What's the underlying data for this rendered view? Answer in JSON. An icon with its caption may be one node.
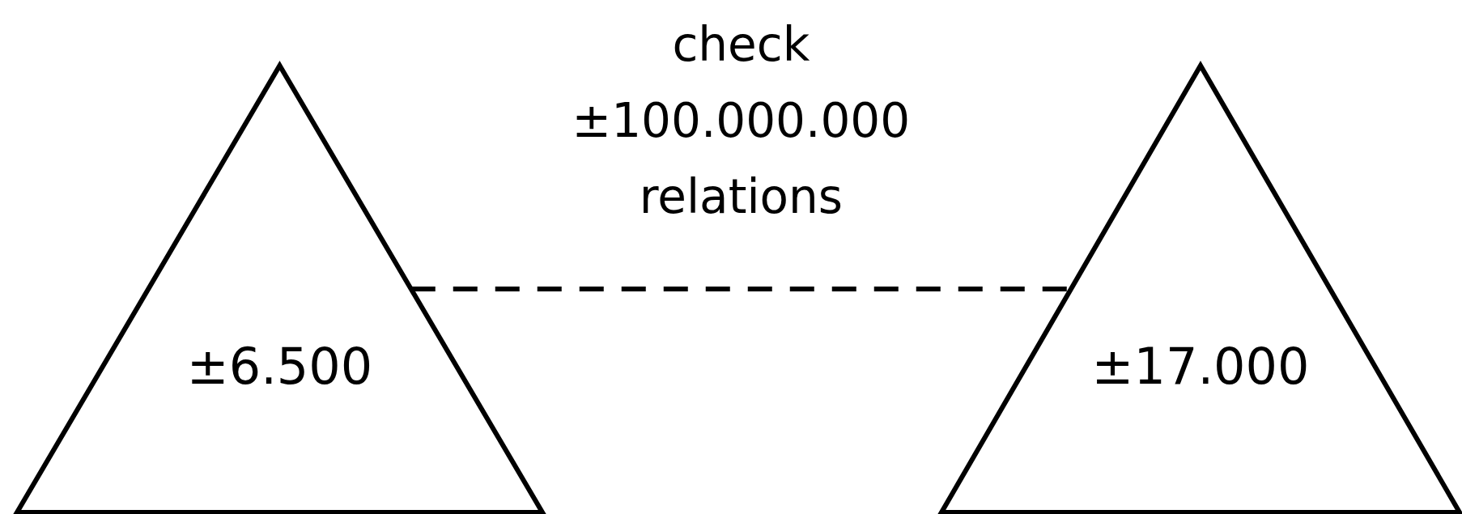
{
  "diagram": {
    "nodes": [
      {
        "text": [
          "±6.500"
        ]
      },
      {
        "text": [
          "±17.000"
        ]
      }
    ],
    "edges": [
      {
        "from": 0,
        "to": 1,
        "arrow": "none",
        "style": "dashed",
        "label": "check ±100.000.000 relations"
      }
    ]
  }
}
